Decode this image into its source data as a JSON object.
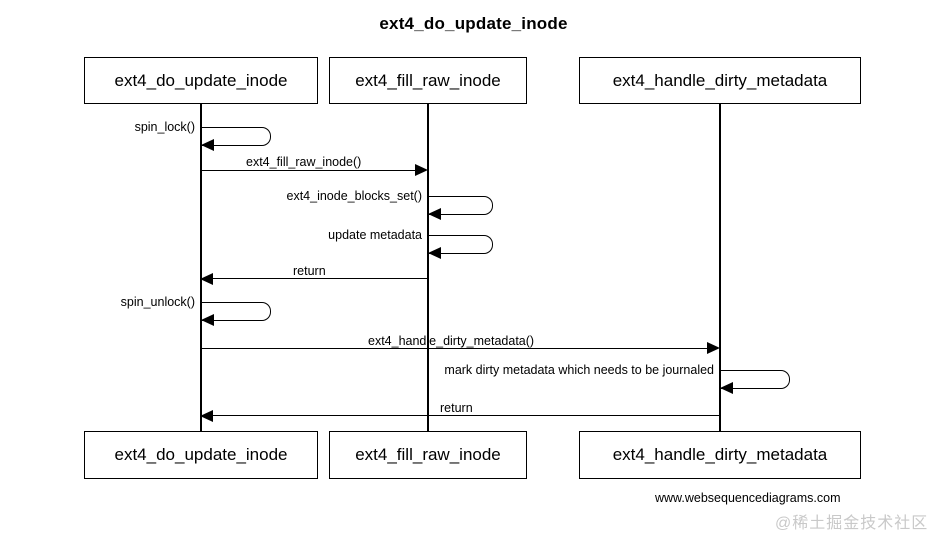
{
  "diagram": {
    "title": "ext4_do_update_inode",
    "type": "sequence-diagram",
    "background_color": "#ffffff",
    "line_color": "#000000",
    "participants": [
      {
        "id": "p1",
        "label": "ext4_do_update_inode"
      },
      {
        "id": "p2",
        "label": "ext4_fill_raw_inode"
      },
      {
        "id": "p3",
        "label": "ext4_handle_dirty_metadata"
      }
    ],
    "messages": [
      {
        "index": 1,
        "label": "spin_lock()",
        "from": "p1",
        "to": "p1",
        "kind": "self-call"
      },
      {
        "index": 2,
        "label": "ext4_fill_raw_inode()",
        "from": "p1",
        "to": "p2",
        "kind": "call",
        "direction": "right"
      },
      {
        "index": 3,
        "label": "ext4_inode_blocks_set()",
        "from": "p2",
        "to": "p2",
        "kind": "self-call"
      },
      {
        "index": 4,
        "label": "update metadata",
        "from": "p2",
        "to": "p2",
        "kind": "self-call"
      },
      {
        "index": 5,
        "label": "return",
        "from": "p2",
        "to": "p1",
        "kind": "return",
        "direction": "left"
      },
      {
        "index": 6,
        "label": "spin_unlock()",
        "from": "p1",
        "to": "p1",
        "kind": "self-call"
      },
      {
        "index": 7,
        "label": "ext4_handle_dirty_metadata()",
        "from": "p1",
        "to": "p3",
        "kind": "call",
        "direction": "right"
      },
      {
        "index": 8,
        "label": "mark dirty metadata which needs to be journaled",
        "from": "p3",
        "to": "p3",
        "kind": "self-call"
      },
      {
        "index": 9,
        "label": "return",
        "from": "p3",
        "to": "p1",
        "kind": "return",
        "direction": "left"
      }
    ]
  },
  "footer": {
    "url": "www.websequencediagrams.com",
    "watermark": "@稀土掘金技术社区"
  }
}
